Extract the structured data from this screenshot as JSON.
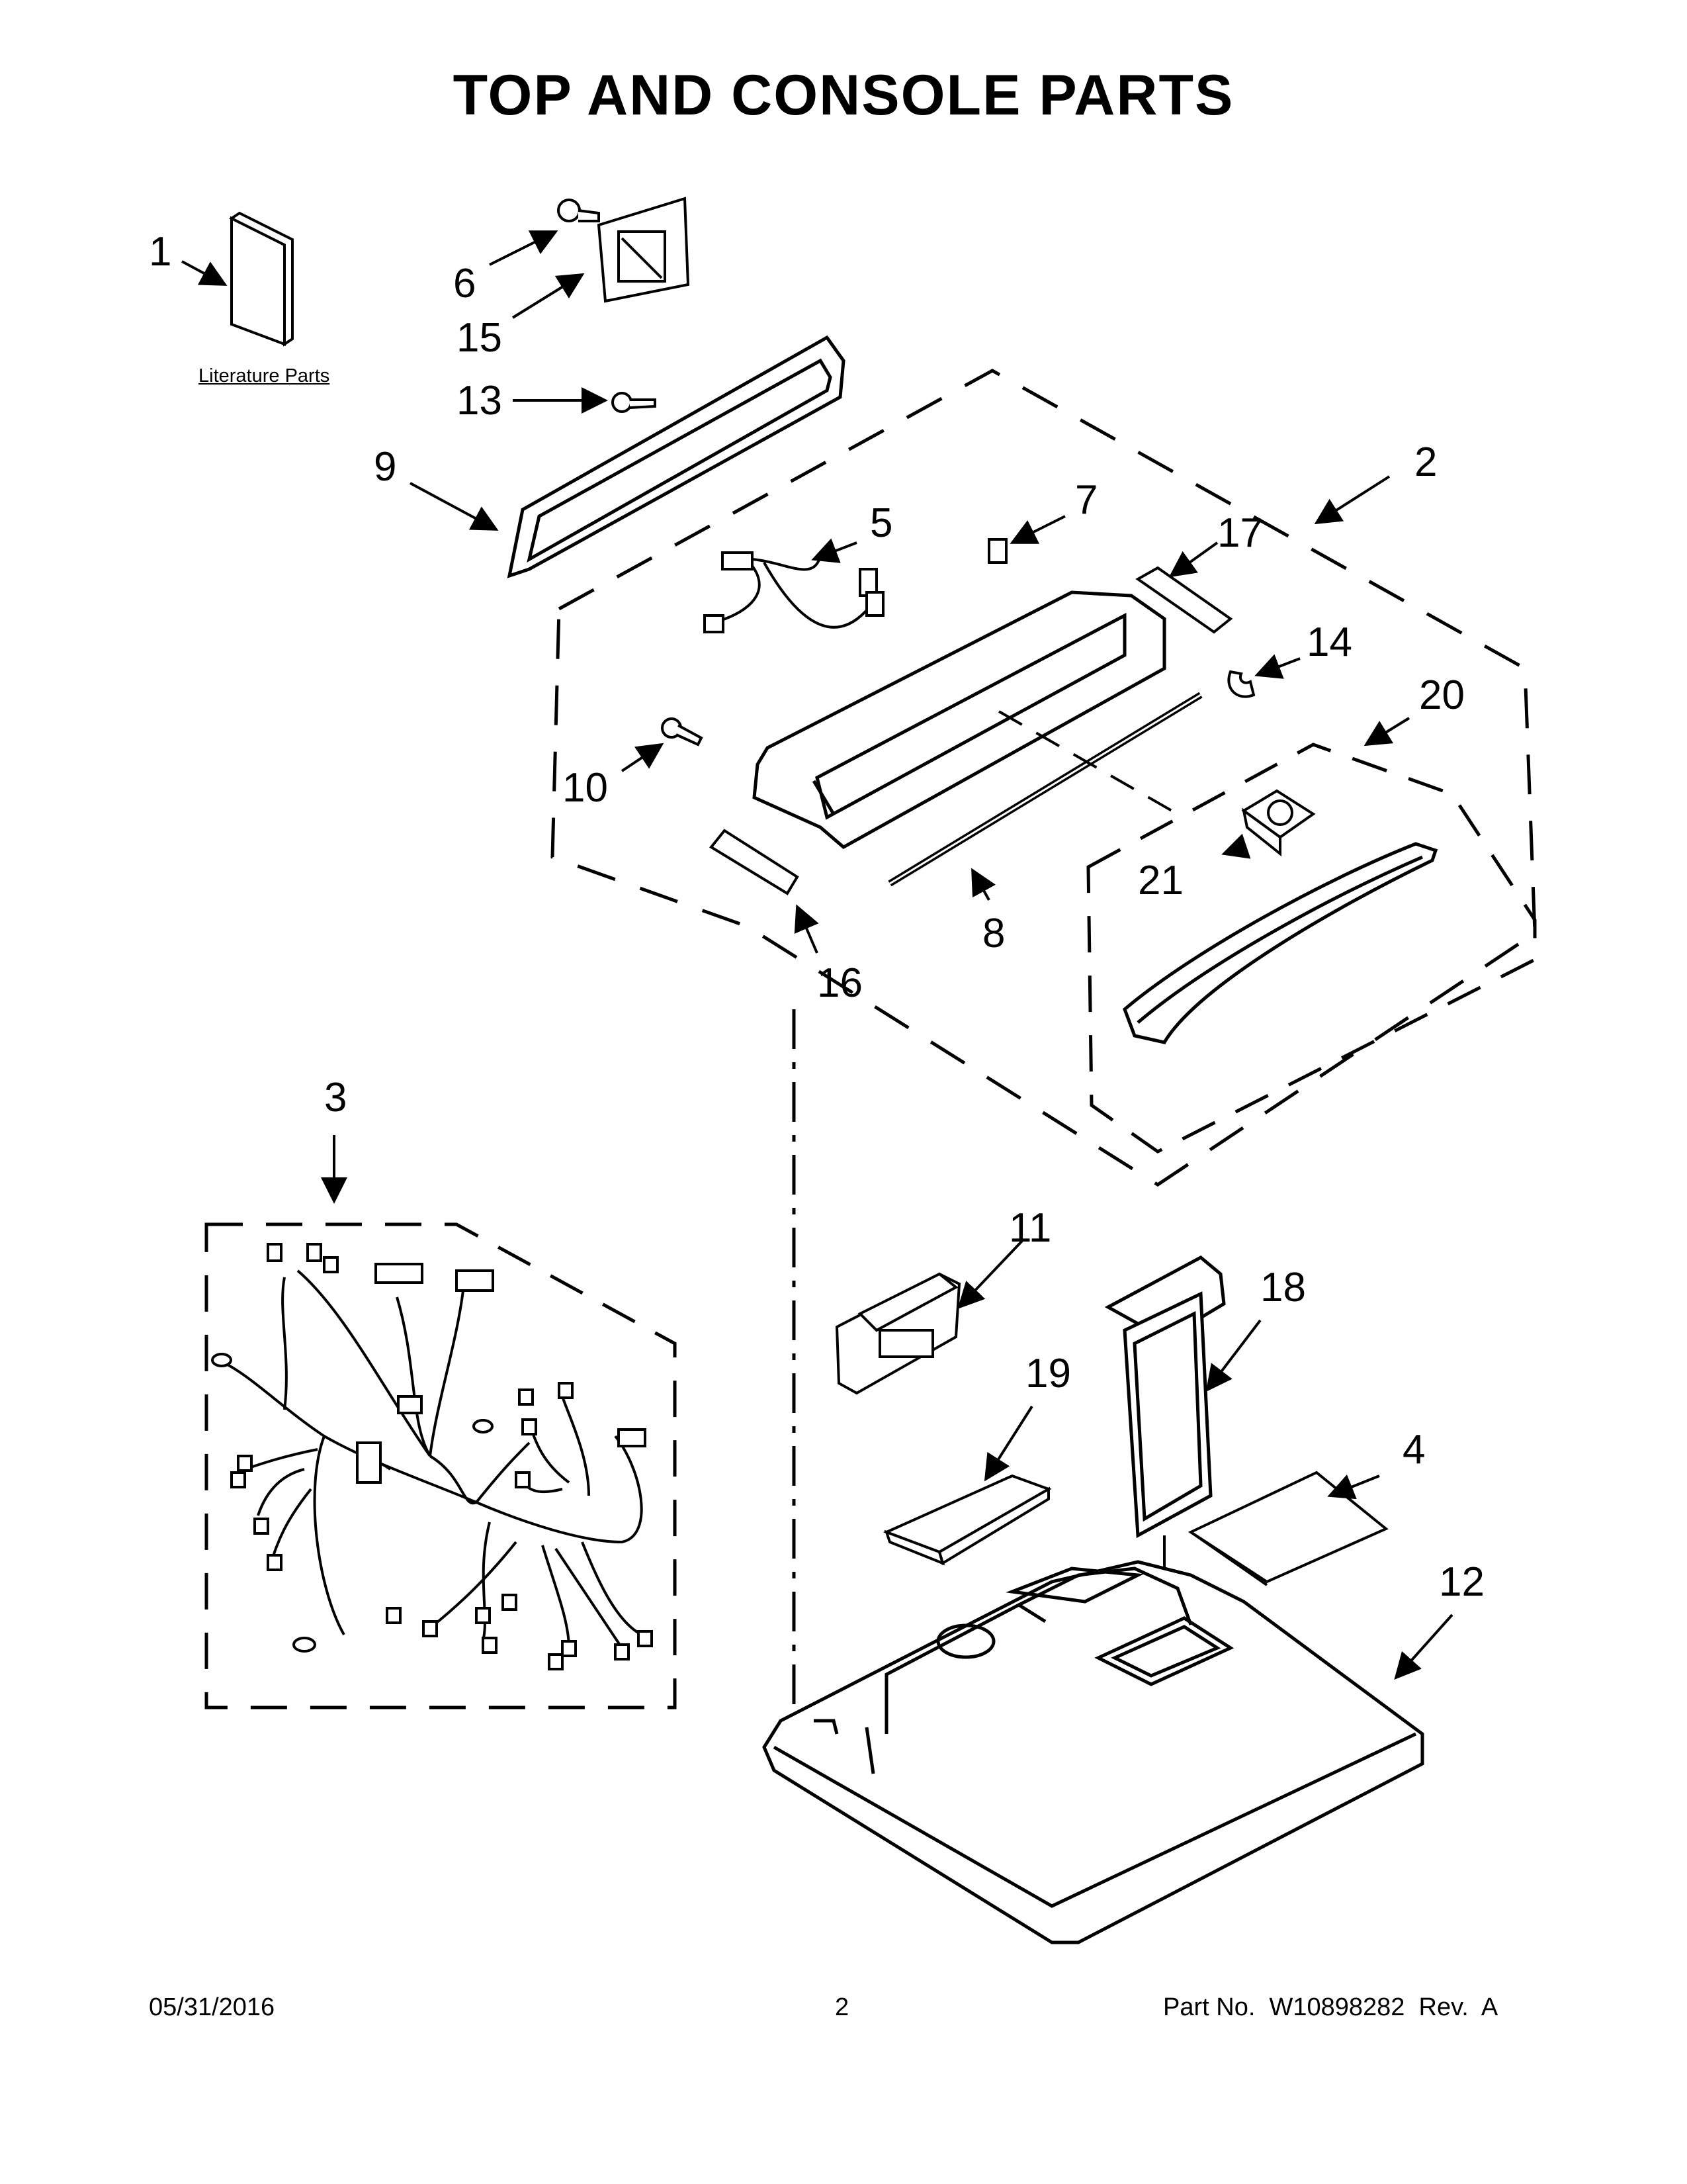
{
  "title": "TOP AND CONSOLE PARTS",
  "literature_label": "Literature Parts",
  "callouts": {
    "c1": "1",
    "c2": "2",
    "c3": "3",
    "c4": "4",
    "c5": "5",
    "c6": "6",
    "c7": "7",
    "c8": "8",
    "c9": "9",
    "c10": "10",
    "c11": "11",
    "c12": "12",
    "c13": "13",
    "c14": "14",
    "c15": "15",
    "c16": "16",
    "c17": "17",
    "c18": "18",
    "c19": "19",
    "c20": "20",
    "c21": "21"
  },
  "footer": {
    "date": "05/31/2016",
    "page": "2",
    "part_no": "Part No.  W10898282  Rev.  A"
  }
}
